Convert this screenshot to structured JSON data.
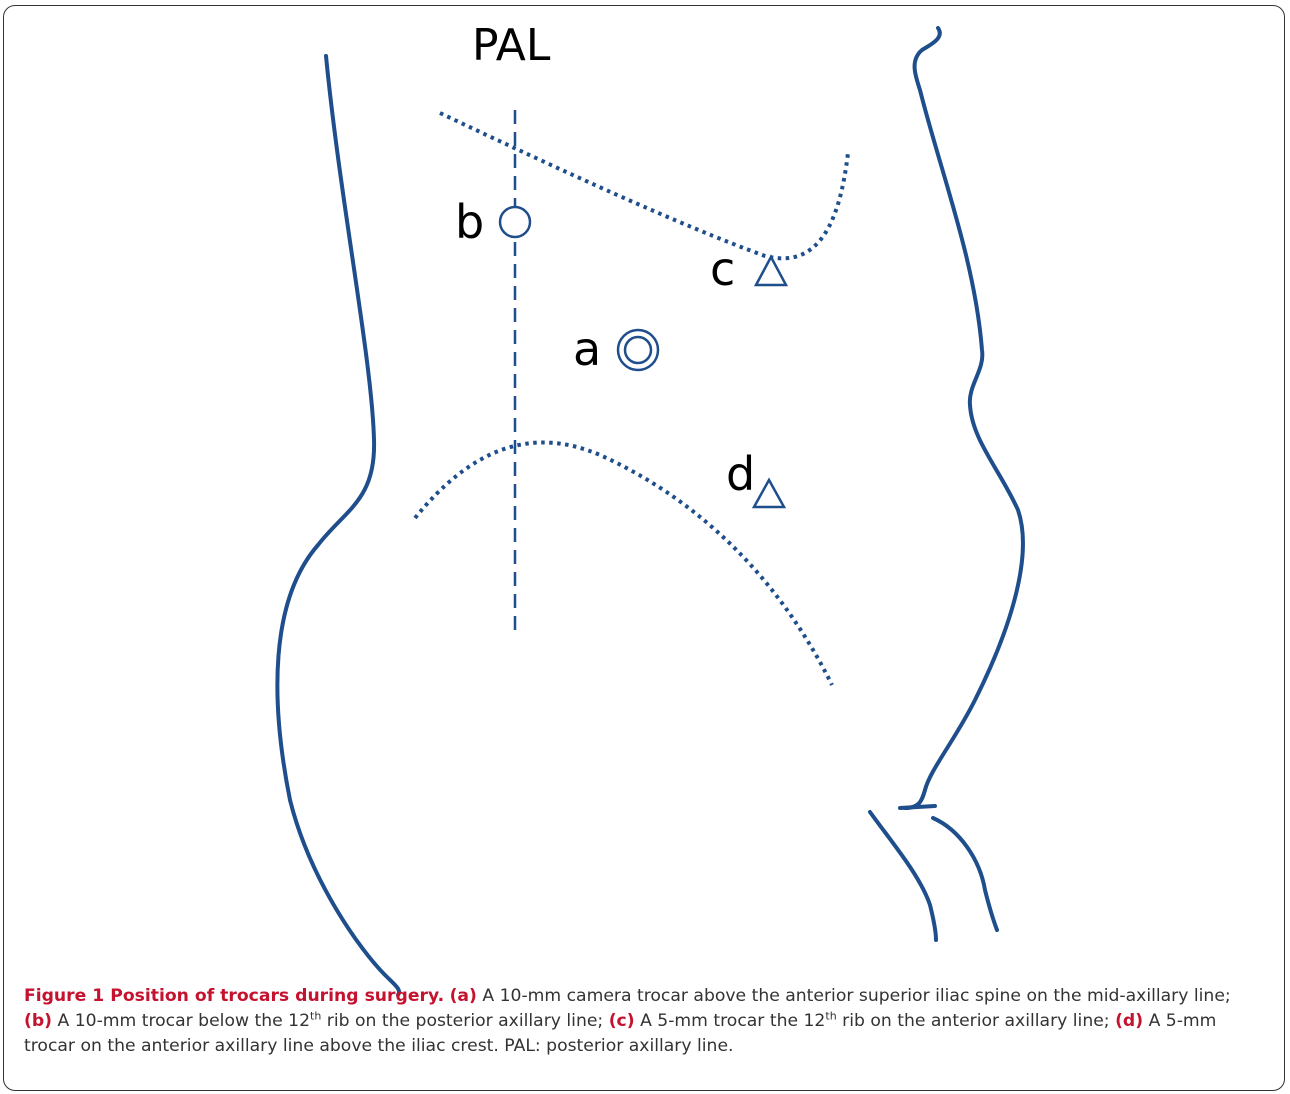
{
  "diagram": {
    "top_label": "PAL",
    "trocar_labels": {
      "a": "a",
      "b": "b",
      "c": "c",
      "d": "d"
    },
    "colors": {
      "line": "#1f4e8c",
      "text": "#000000",
      "caption_accent": "#c4122f",
      "caption_text": "#333333"
    }
  },
  "caption": {
    "title": "Figure 1 Position of trocars during surgery.",
    "a_tag": "(a)",
    "a_text": "A 10-mm camera trocar above the anterior superior iliac spine on the mid-axillary line;",
    "b_tag": "(b)",
    "b_text_1": "A 10-mm trocar below the 12",
    "b_sup": "th",
    "b_text_2": "rib on the posterior axillary line;",
    "c_tag": "(c)",
    "c_text_1": "A 5-mm trocar the 12",
    "c_sup": "th",
    "c_text_2": "rib on the anterior axillary line;",
    "d_tag": "(d)",
    "d_text": "A 5-mm trocar on the anterior axillary line above the iliac crest. PAL: posterior axillary line."
  }
}
